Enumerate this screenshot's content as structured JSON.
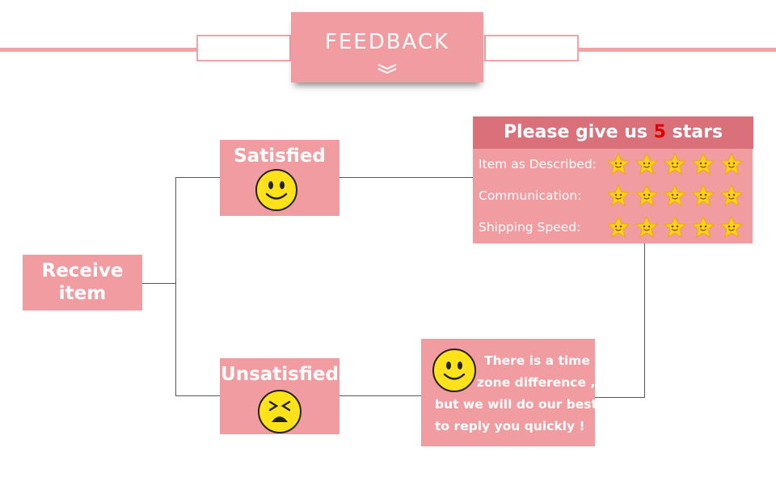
{
  "header": {
    "title": "FEEDBACK"
  },
  "receive": {
    "label_line1": "Receive",
    "label_line2": "item"
  },
  "satisfied": {
    "label": "Satisfied"
  },
  "unsatisfied": {
    "label": "Unsatisfied"
  },
  "stars_panel": {
    "title_before": "Please give us ",
    "title_number": "5",
    "title_after": " stars",
    "rows": [
      {
        "label": "Item as Described:",
        "stars": 5
      },
      {
        "label": "Communication:",
        "stars": 5
      },
      {
        "label": "Shipping Speed:",
        "stars": 5
      }
    ]
  },
  "message": {
    "line1": "There is a time",
    "line2": "zone difference ,",
    "line3": "but we will do our best",
    "line4": "to reply you quickly !"
  },
  "colors": {
    "panel_pink": "#f09ca0",
    "header_pink": "#d9707a",
    "accent_red": "#e00000",
    "face_yellow": "#ffe21a"
  }
}
